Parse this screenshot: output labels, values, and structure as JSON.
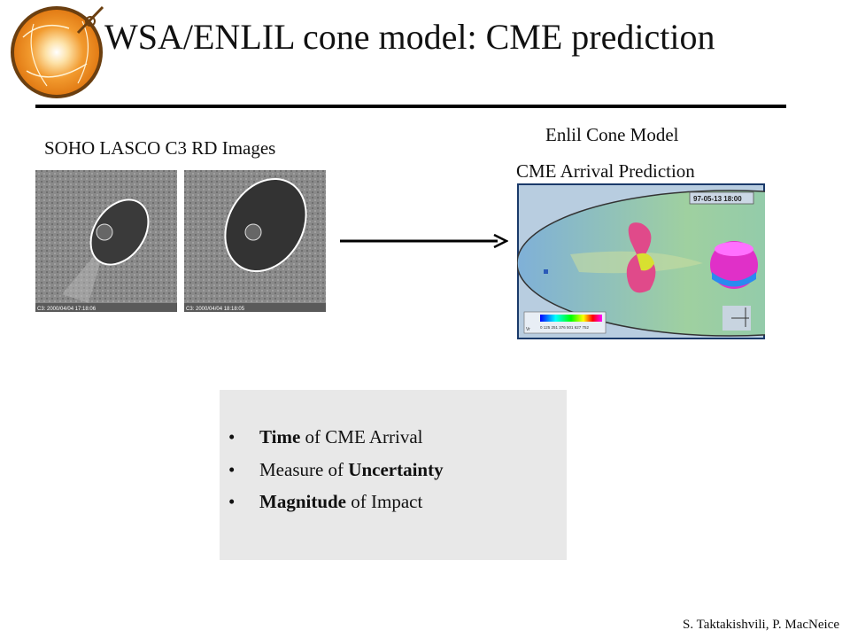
{
  "slide": {
    "title": "WSA/ENLIL cone model: CME  prediction",
    "soho_caption": "SOHO LASCO C3 RD Images",
    "enlil_caption_line1": "Enlil Cone Model",
    "enlil_caption_line2": "CME Arrival Prediction",
    "credit": "S. Taktakishvili, P. MacNeice"
  },
  "images": {
    "c3_left_timestamp": "C3: 2000/04/04 17:18:06",
    "c3_right_timestamp": "C3: 2000/04/04 18:18:05",
    "enlil_date": "97-05-13   18:00",
    "enlil_colorbar_ticks": "0  125 251 376 501 627 752",
    "enlil_colorbar_unit": "Vr"
  },
  "bullets": [
    {
      "bold": "Time",
      "rest": " of CME Arrival"
    },
    {
      "pre": "Measure of ",
      "bold": "Uncertainty"
    },
    {
      "bold": "Magnitude",
      "rest": " of Impact"
    }
  ],
  "colors": {
    "logo_orange": "#e8861a",
    "logo_ring": "#6b3f10",
    "panel_gray": "#e8e8e8"
  }
}
